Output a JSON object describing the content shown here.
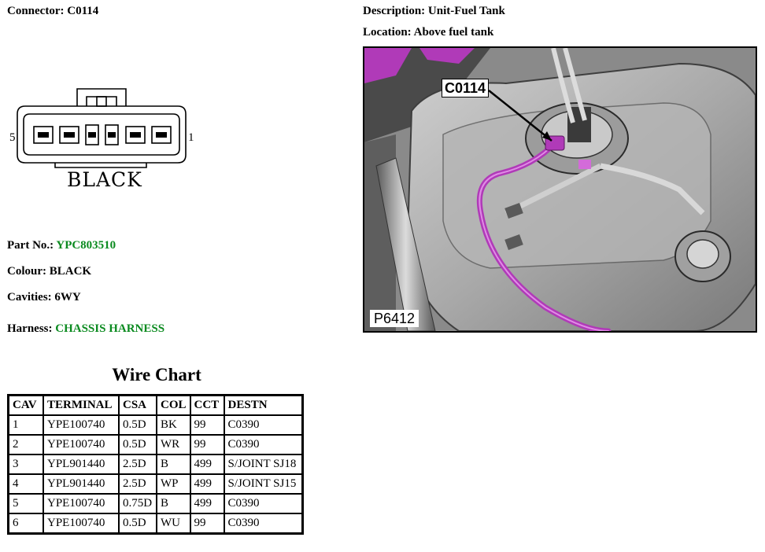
{
  "header": {
    "connector_label": "Connector:",
    "connector_value": "C0114",
    "description_label": "Description:",
    "description_value": "Unit-Fuel Tank",
    "location_label": "Location:",
    "location_value": "Above fuel tank"
  },
  "diagram": {
    "pin_left": "5",
    "pin_right": "1",
    "colour_text": "BLACK"
  },
  "details": {
    "part_label": "Part No.:",
    "part_value": "YPC803510",
    "colour_label": "Colour:",
    "colour_value": "BLACK",
    "cavities_label": "Cavities:",
    "cavities_value": "6WY",
    "harness_label": "Harness:",
    "harness_value": "CHASSIS HARNESS",
    "link_color": "#0a8a1f"
  },
  "photo": {
    "callout": "C0114",
    "image_id": "P6412",
    "wire_color": "#b03ab8"
  },
  "wire_chart": {
    "title": "Wire Chart",
    "headers": [
      "CAV",
      "TERMINAL",
      "CSA",
      "COL",
      "CCT",
      "DESTN"
    ],
    "rows": [
      [
        "1",
        "YPE100740",
        "0.5D",
        "BK",
        "99",
        "C0390"
      ],
      [
        "2",
        "YPE100740",
        "0.5D",
        "WR",
        "99",
        "C0390"
      ],
      [
        "3",
        "YPL901440",
        "2.5D",
        "B",
        "499",
        "S/JOINT SJ18"
      ],
      [
        "4",
        "YPL901440",
        "2.5D",
        "WP",
        "499",
        "S/JOINT SJ15"
      ],
      [
        "5",
        "YPE100740",
        "0.75D",
        "B",
        "499",
        "C0390"
      ],
      [
        "6",
        "YPE100740",
        "0.5D",
        "WU",
        "99",
        "C0390"
      ]
    ]
  }
}
